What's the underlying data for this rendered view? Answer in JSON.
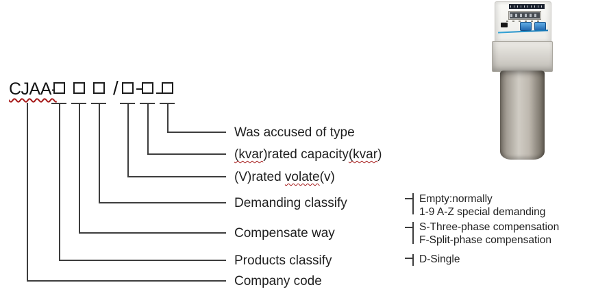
{
  "model_code": {
    "prefix": "CJAA-",
    "separator": "/",
    "placeholder_boxes_before_separator": 3,
    "placeholder_boxes_after_separator": 3
  },
  "legend": {
    "was_accused": "Was accused of type",
    "capacity": {
      "a": "(kvar",
      "b": ")rated capacity",
      "c": "(kvar",
      "d": ")"
    },
    "volate": {
      "a": "(V)rated ",
      "b": "volate",
      "c": "(v)"
    },
    "demanding": "Demanding classify",
    "compensate": "Compensate way",
    "products": "Products classify",
    "company": "Company code"
  },
  "annotations": {
    "demanding": {
      "line1": "Empty:normally",
      "line2": "1-9 A-Z special demanding"
    },
    "compensate": {
      "line1": "S-Three-phase compensation",
      "line2": "F-Split-phase compensation"
    },
    "products": {
      "line1": "D-Single"
    }
  },
  "product_photo": {
    "description": "smart power capacitor device"
  },
  "colors": {
    "diagram_line": "#3d3d3d",
    "text": "#1f1f1f",
    "spellcheck_underline": "#a61a1a",
    "device_button_blue": "#2f7fd0",
    "device_stripe_blue": "#2796d2"
  }
}
